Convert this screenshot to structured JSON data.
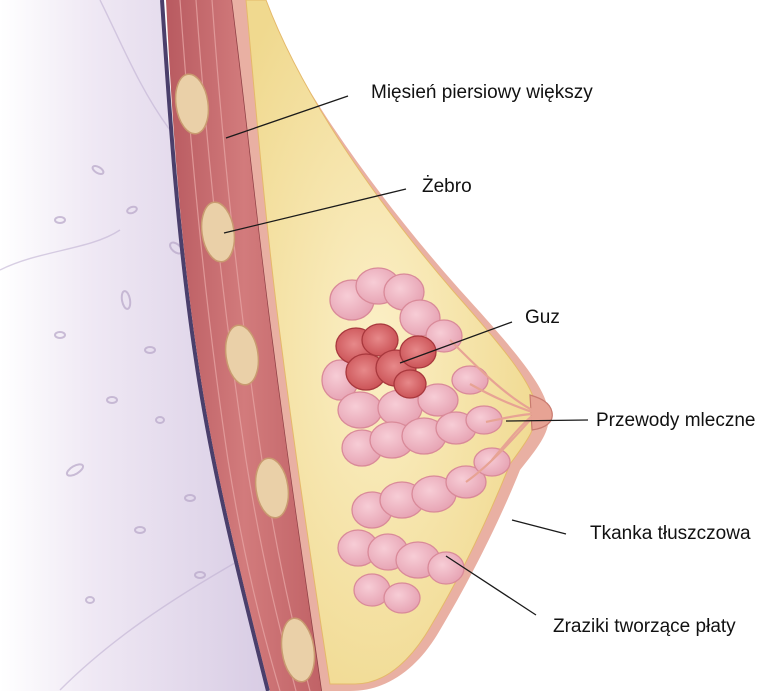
{
  "labels": {
    "pectoralis_major": "Mięsień piersiowy większy",
    "rib": "Żebro",
    "tumor": "Guz",
    "milk_ducts": "Przewody mleczne",
    "fatty_tissue": "Tkanka tłuszczowa",
    "lobules": "Zraziki tworzące płaty"
  },
  "colors": {
    "chest_wall": "#dcd2e6",
    "chest_edge": "#4a3f6b",
    "muscle": "#c8666a",
    "muscle_light": "#dc8f8c",
    "rib": "#e8c9a0",
    "fat": "#f3df9e",
    "fat_light": "#f8ecbe",
    "lobule": "#eeb1bd",
    "lobule_edge": "#d98a99",
    "tumor": "#d65f61",
    "skin": "#e9b0a3",
    "leader": "#1a1a1a"
  }
}
